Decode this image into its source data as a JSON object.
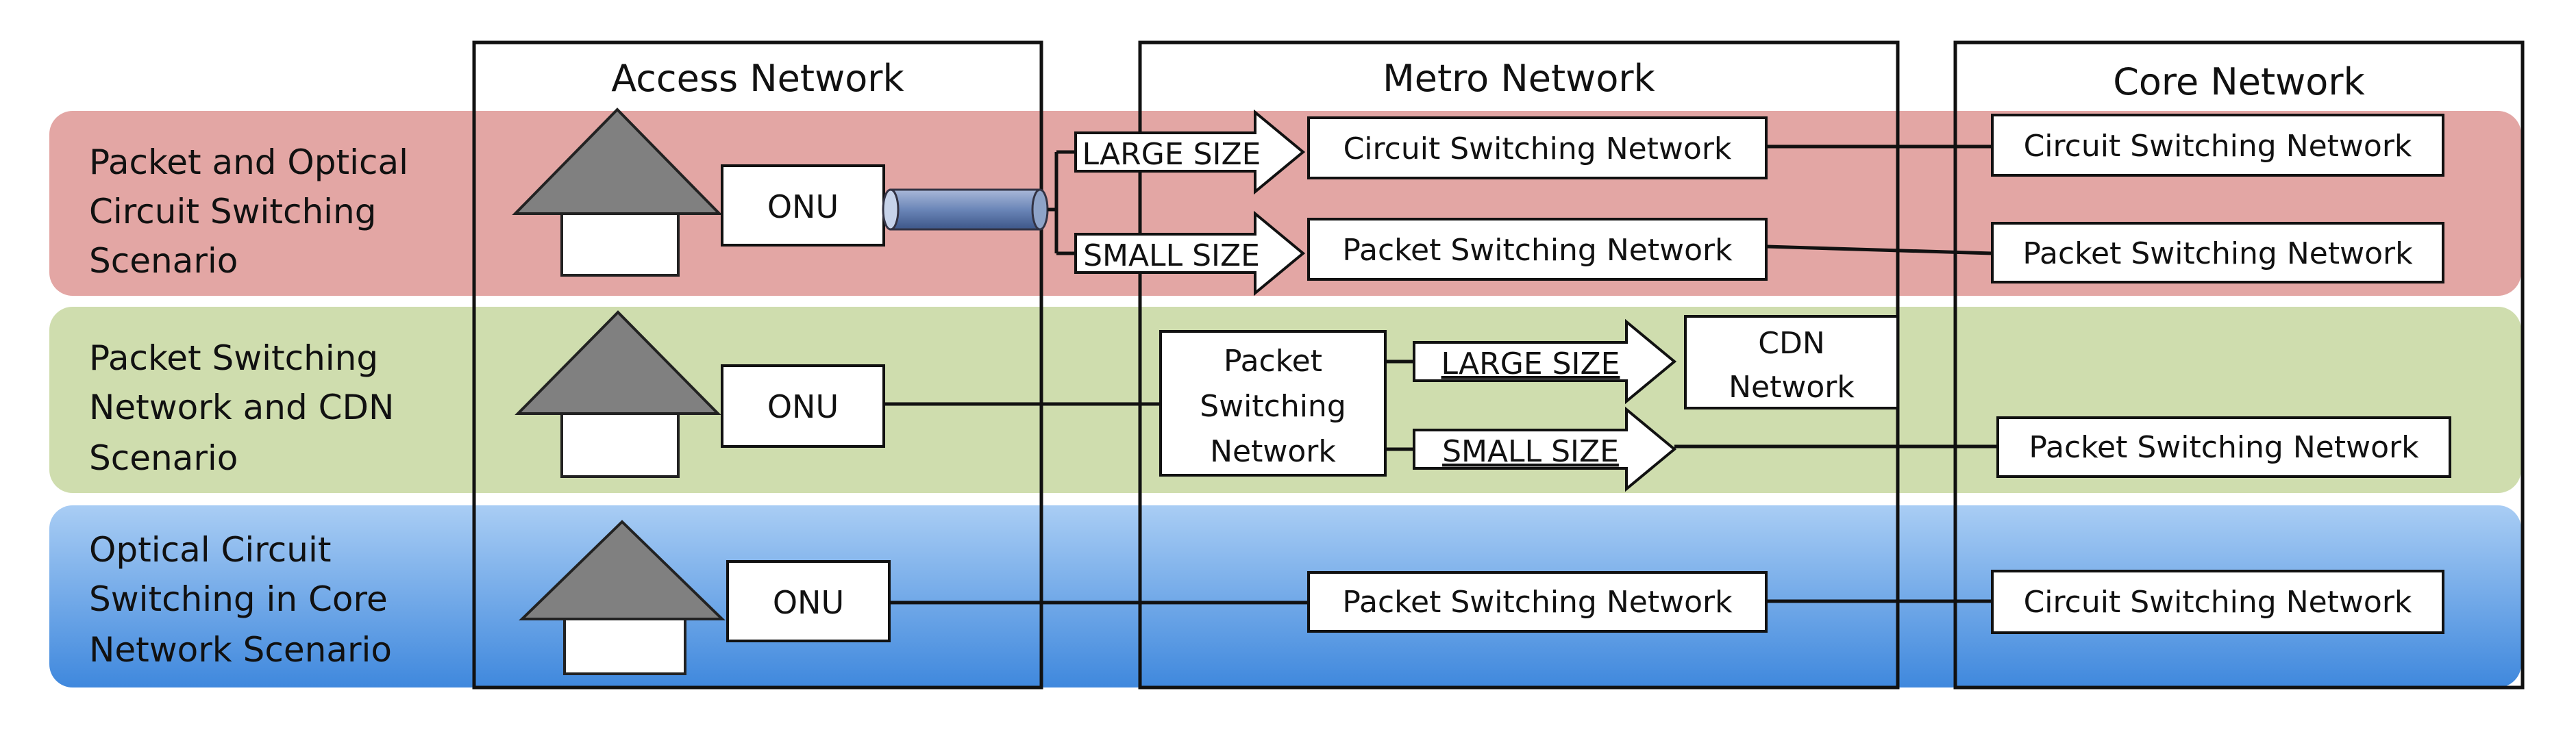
{
  "columns": {
    "access": "Access Network",
    "metro": "Metro Network",
    "core": "Core Network"
  },
  "scenarios": {
    "s1": [
      "Packet and Optical",
      "Circuit Switching",
      "Scenario"
    ],
    "s2": [
      "Packet Switching",
      "Network and CDN",
      "Scenario"
    ],
    "s3": [
      "Optical Circuit",
      "Switching in Core",
      "Network Scenario"
    ]
  },
  "labels": {
    "onu": "ONU",
    "large_size": "LARGE SIZE",
    "small_size": "SMALL SIZE",
    "circuit_switching_network": "Circuit Switching Network",
    "packet_switching_network": "Packet Switching Network",
    "packet_switching_network_stacked": [
      "Packet",
      "Switching",
      "Network"
    ],
    "cdn_network": [
      "CDN",
      "Network"
    ]
  },
  "colors": {
    "row1": "#e3a6a4",
    "row2": "#cfddae",
    "row3_top": "#a9cdf4",
    "row3_bottom": "#3f88dd",
    "house": "#808080",
    "fiber": "#6b86b8"
  }
}
